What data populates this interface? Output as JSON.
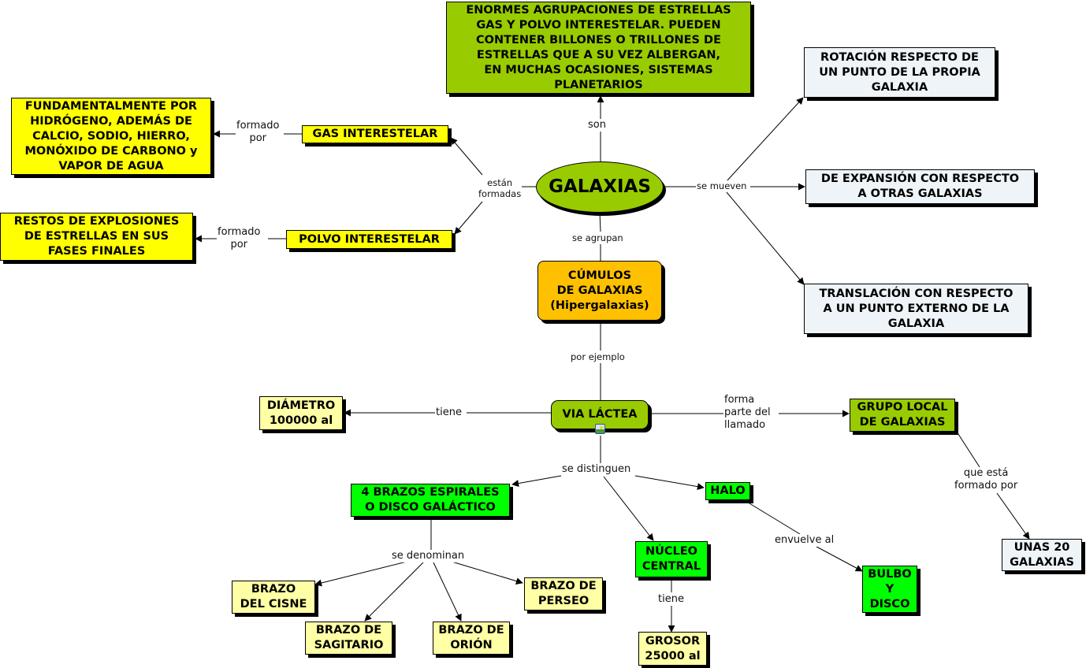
{
  "concept_map": {
    "title": "GALAXIAS",
    "colors": {
      "olive": "#99cc00",
      "yellow": "#ffff00",
      "light_yellow": "#ffffa6",
      "green": "#00ff00",
      "orange": "#ffc000",
      "ice": "#eef4f8"
    },
    "nodes": {
      "galaxias": "GALAXIAS",
      "definicion": "ENORMES AGRUPACIONES DE ESTRELLAS\nGAS Y POLVO INTERESTELAR. PUEDEN\nCONTENER BILLONES O TRILLONES DE\nESTRELLAS QUE A SU VEZ ALBERGAN,\nEN MUCHAS OCASIONES, SISTEMAS\nPLANETARIOS",
      "gas_interestelar": "GAS INTERESTELAR",
      "gas_composicion": "FUNDAMENTALMENTE POR\nHIDRÓGENO, ADEMÁS DE\nCALCIO, SODIO, HIERRO,\nMONÓXIDO DE CARBONO y\nVAPOR DE AGUA",
      "polvo_interestelar": "POLVO INTERESTELAR",
      "polvo_composicion": "RESTOS DE EXPLOSIONES\nDE ESTRELLAS EN SUS\nFASES FINALES",
      "rotacion": "ROTACIÓN RESPECTO DE\nUN PUNTO DE LA PROPIA\nGALAXIA",
      "expansion": "DE EXPANSIÓN CON RESPECTO\nA OTRAS GALAXIAS",
      "traslacion": "TRANSLACIÓN CON RESPECTO\nA UN PUNTO EXTERNO DE LA\nGALAXIA",
      "cumulos": "CÚMULOS\nDE GALAXIAS\n(Hipergalaxias)",
      "via_lactea": "VIA LÁCTEA",
      "diametro": "DIÁMETRO\n100000 al",
      "grupo_local": "GRUPO LOCAL\nDE GALAXIAS",
      "unas_20": "UNAS 20\nGALAXIAS",
      "brazos": "4 BRAZOS ESPIRALES\nO DISCO GALÁCTICO",
      "halo": "HALO",
      "nucleo": "NÚCLEO\nCENTRAL",
      "grosor": "GROSOR\n25000 al",
      "bulbo": "BULBO\nY\nDISCO",
      "cisne": "BRAZO\nDEL CISNE",
      "sagitario": "BRAZO DE\nSAGITARIO",
      "orion": "BRAZO DE\nORIÓN",
      "perseo": "BRAZO DE\nPERSEO"
    },
    "links": {
      "son": "son",
      "estan_formadas": "están\nformadas",
      "formado_por_gas": "formado\npor",
      "formado_por_polvo": "formado\npor",
      "se_mueven": "se mueven",
      "se_agrupan": "se agrupan",
      "por_ejemplo": "por ejemplo",
      "tiene_diametro": "tiene",
      "forma_parte": "forma\nparte del\nllamado",
      "que_esta_formado": "que está\nformado por",
      "se_distinguen": "se distinguen",
      "se_denominan": "se denominan",
      "envuelve_al": "envuelve al",
      "tiene_grosor": "tiene"
    },
    "icons": {
      "via_lactea_attachment": "image-icon"
    }
  }
}
